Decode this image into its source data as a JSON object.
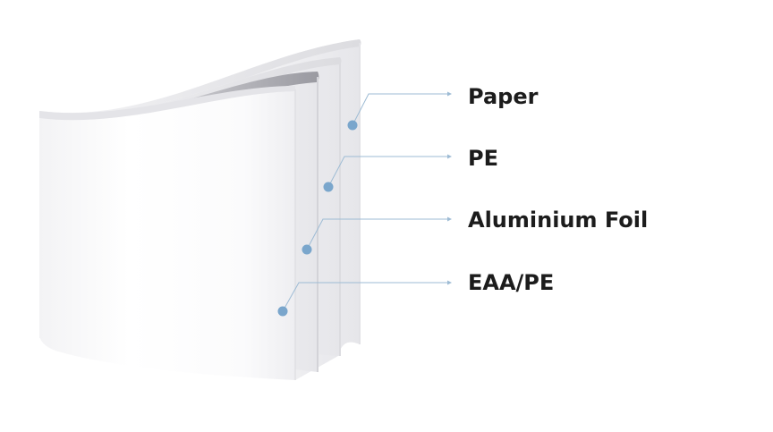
{
  "layers": [
    {
      "label": "Paper"
    },
    {
      "label": "PE"
    },
    {
      "label": "Aluminium Foil"
    },
    {
      "label": "EAA/PE"
    }
  ],
  "colors": {
    "marker": "#7aa6cc",
    "leader_line": "#9dbbd4",
    "sheet_white": "#ffffff",
    "sheet_shadow": "#d8d8dc",
    "label_text": "#1c1c1c"
  }
}
